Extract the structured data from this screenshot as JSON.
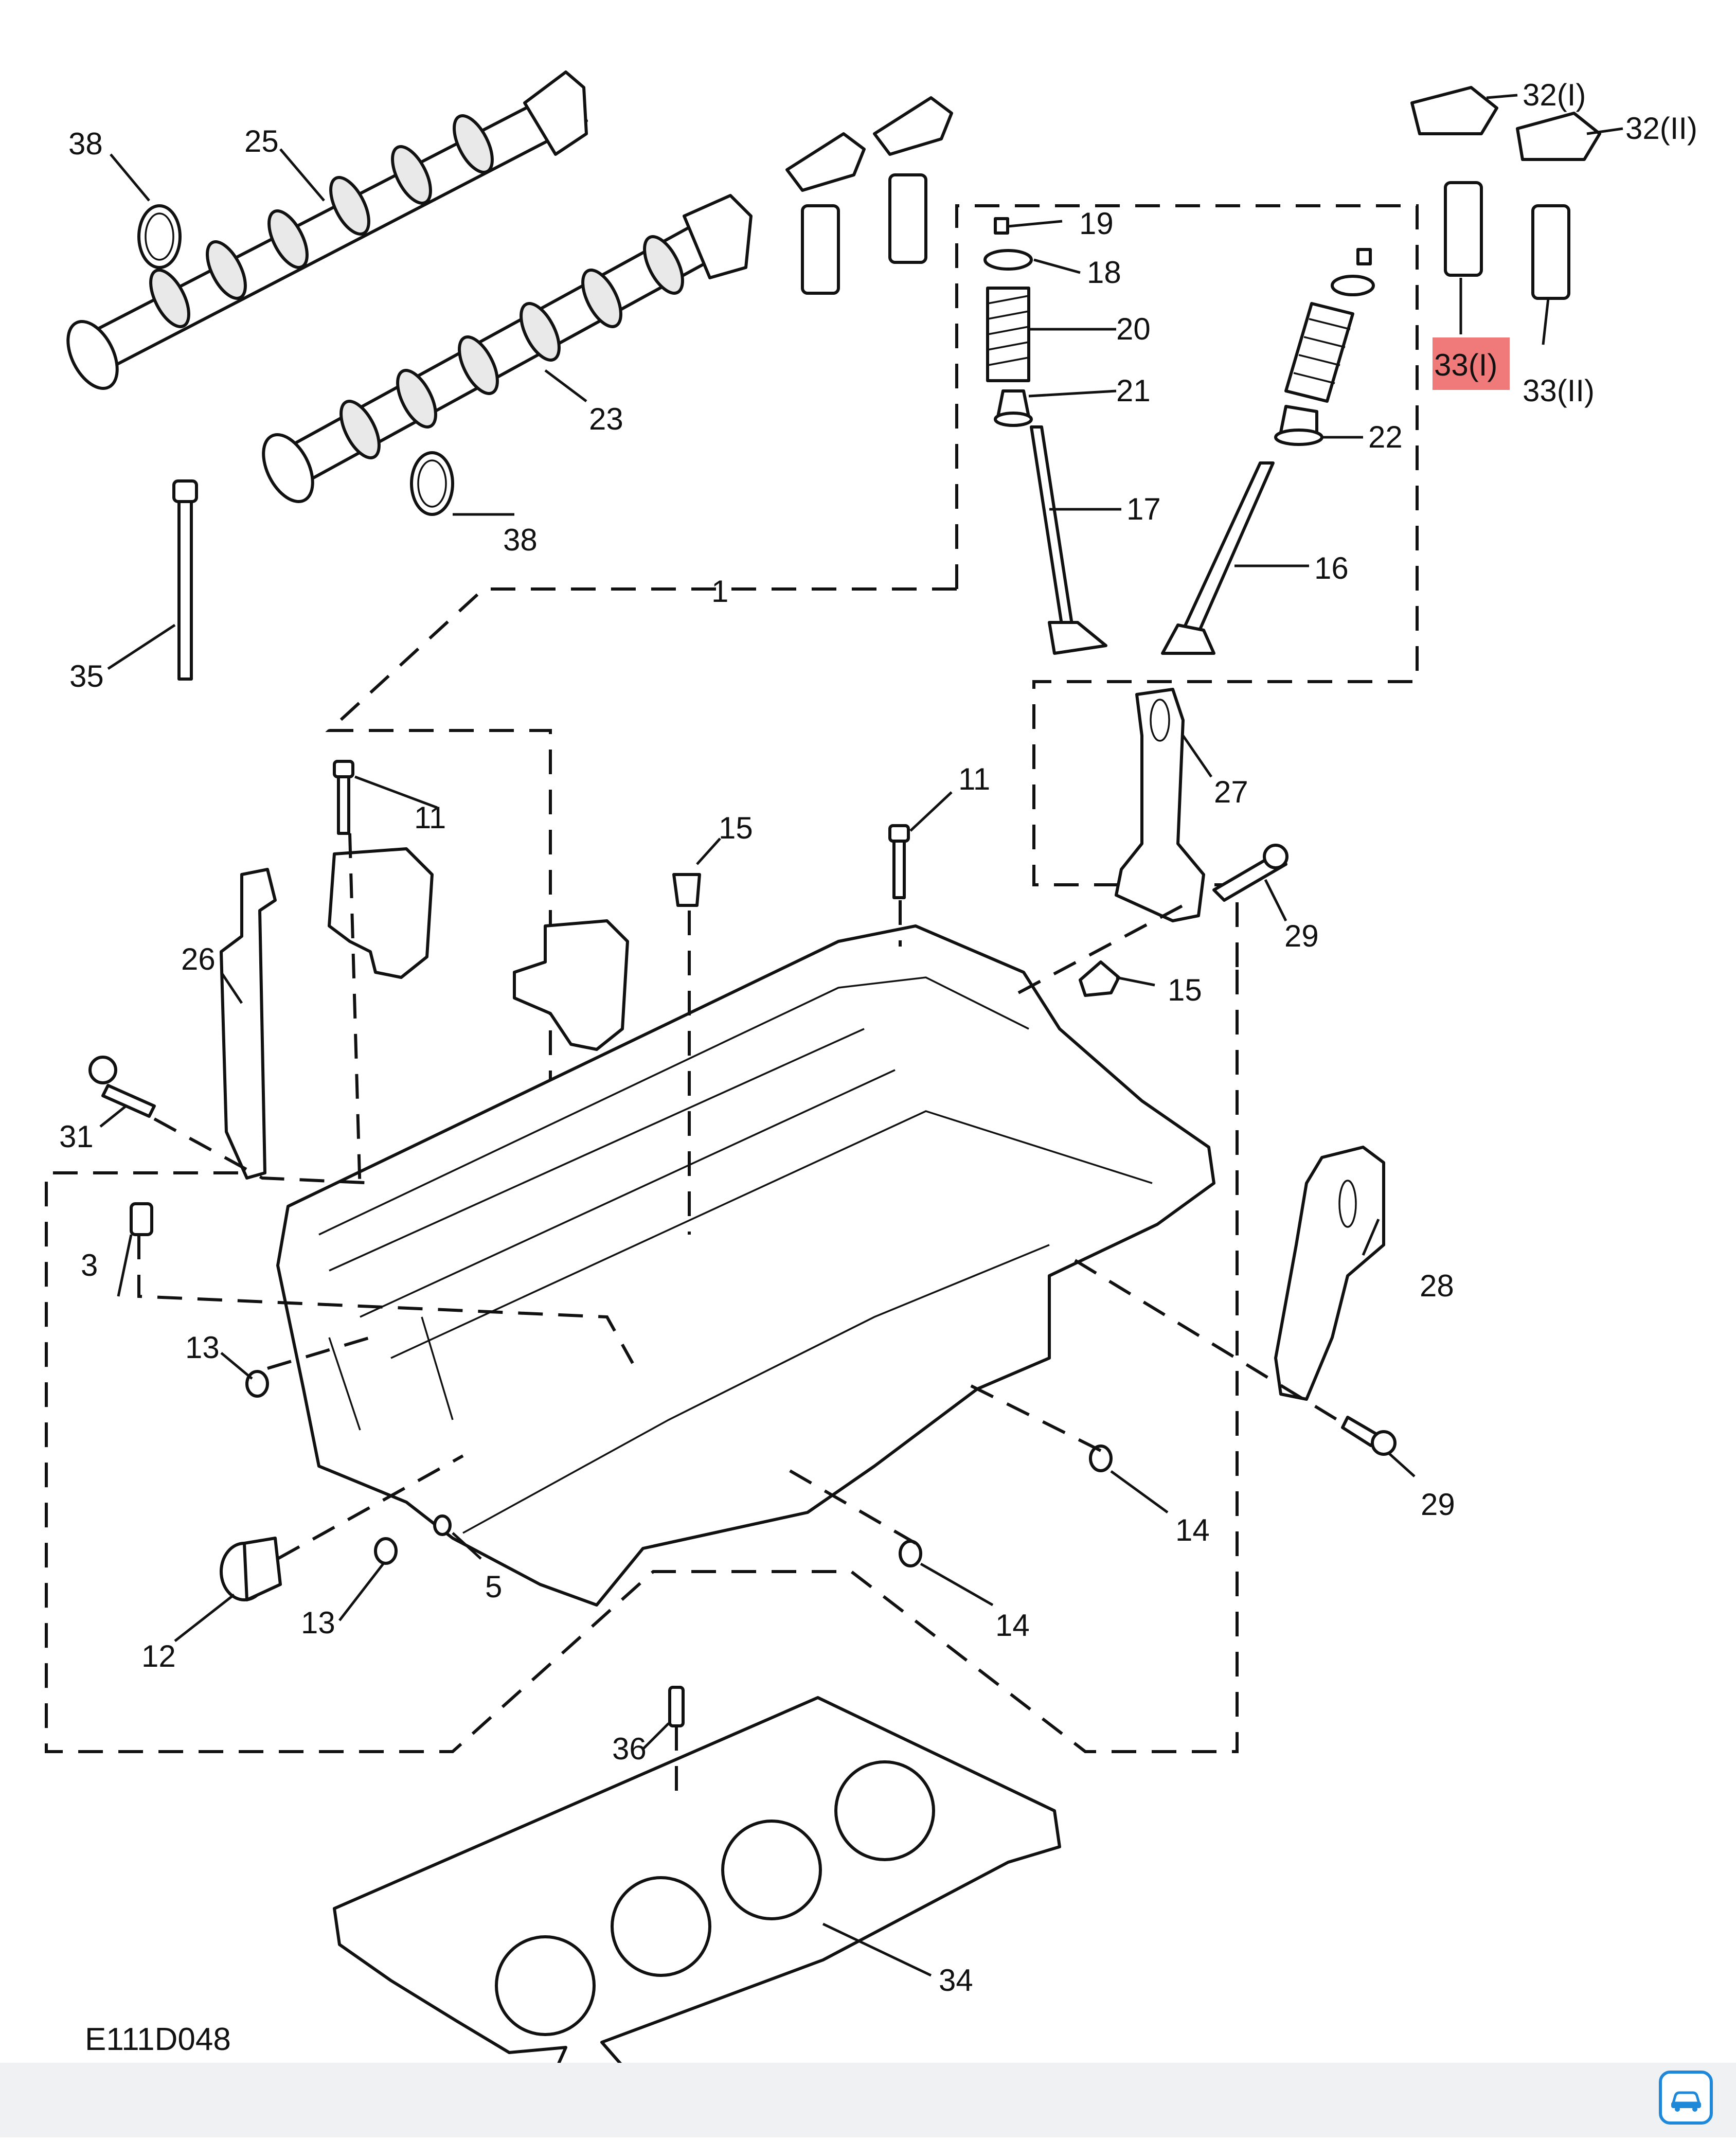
{
  "figure_code": "E111D048",
  "highlight_color": "#f07a7a",
  "line_color": "#111111",
  "app_badge_icon": "car-service-app-icon",
  "callouts": [
    {
      "id": "c38a",
      "text": "38"
    },
    {
      "id": "c25",
      "text": "25"
    },
    {
      "id": "c23",
      "text": "23"
    },
    {
      "id": "c38b",
      "text": "38"
    },
    {
      "id": "c35",
      "text": "35"
    },
    {
      "id": "c1",
      "text": "1"
    },
    {
      "id": "c19",
      "text": "19"
    },
    {
      "id": "c18",
      "text": "18"
    },
    {
      "id": "c20",
      "text": "20"
    },
    {
      "id": "c21",
      "text": "21"
    },
    {
      "id": "c22",
      "text": "22"
    },
    {
      "id": "c17",
      "text": "17"
    },
    {
      "id": "c16",
      "text": "16"
    },
    {
      "id": "c32i",
      "text": "32(I)"
    },
    {
      "id": "c32ii",
      "text": "32(II)"
    },
    {
      "id": "c33i",
      "text": "33(I)",
      "highlighted": true
    },
    {
      "id": "c33ii",
      "text": "33(II)"
    },
    {
      "id": "c27",
      "text": "27"
    },
    {
      "id": "c29a",
      "text": "29"
    },
    {
      "id": "c15a",
      "text": "15"
    },
    {
      "id": "c15b",
      "text": "15"
    },
    {
      "id": "c11a",
      "text": "11"
    },
    {
      "id": "c11b",
      "text": "11"
    },
    {
      "id": "c26",
      "text": "26"
    },
    {
      "id": "c31",
      "text": "31"
    },
    {
      "id": "c3",
      "text": "3"
    },
    {
      "id": "c13a",
      "text": "13"
    },
    {
      "id": "c13b",
      "text": "13"
    },
    {
      "id": "c12",
      "text": "12"
    },
    {
      "id": "c5",
      "text": "5"
    },
    {
      "id": "c14a",
      "text": "14"
    },
    {
      "id": "c14b",
      "text": "14"
    },
    {
      "id": "c28",
      "text": "28"
    },
    {
      "id": "c29b",
      "text": "29"
    },
    {
      "id": "c36",
      "text": "36"
    },
    {
      "id": "c34",
      "text": "34"
    }
  ]
}
